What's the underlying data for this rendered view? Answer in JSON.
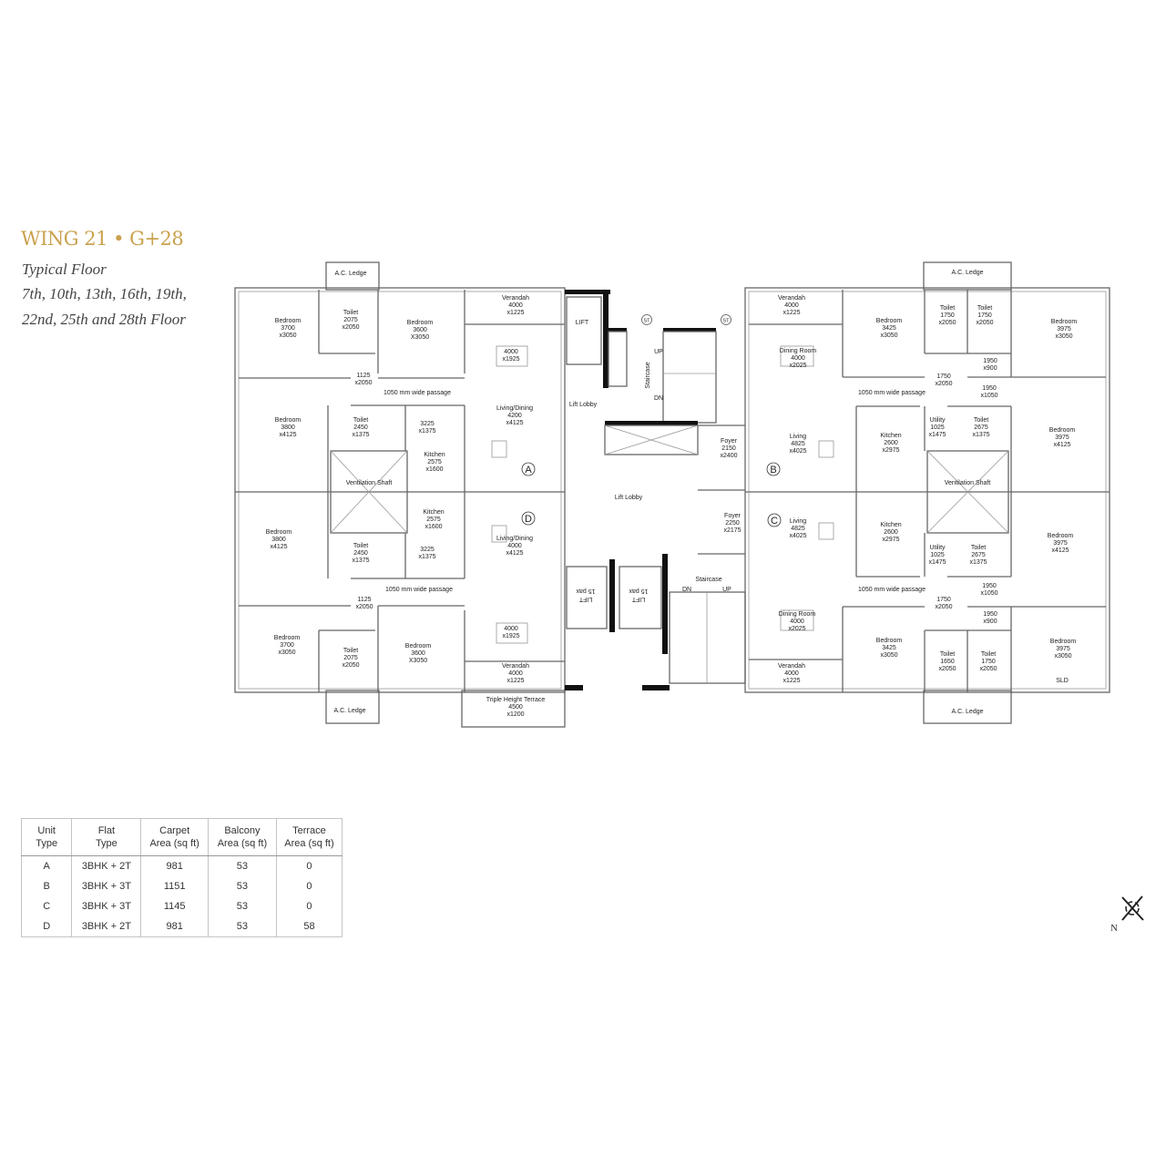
{
  "header": {
    "title": "WING 21 • G+28",
    "subtitle": "Typical Floor",
    "floors_line1": "7th, 10th, 13th, 16th, 19th,",
    "floors_line2": "22nd, 25th and 28th Floor"
  },
  "colors": {
    "accent": "#c9a24e"
  },
  "plan": {
    "labels": [
      [
        "A.C. Ledge"
      ],
      [
        "Bedroom",
        "3700",
        "x3050"
      ],
      [
        "Toilet",
        "2075",
        "x2050"
      ],
      [
        "Bedroom",
        "3600",
        "X3050"
      ],
      [
        "Verandah",
        "4000",
        "x1225"
      ],
      [
        "4000",
        "x1925"
      ],
      [
        "1125",
        "x2050"
      ],
      [
        "1050 mm wide passage"
      ],
      [
        "Bedroom",
        "3800",
        "x4125"
      ],
      [
        "Toilet",
        "2450",
        "x1375"
      ],
      [
        "3225",
        "x1375"
      ],
      [
        "Living/Dining",
        "4200",
        "x4125"
      ],
      [
        "Kitchen",
        "2575",
        "x1600"
      ],
      [
        "Ventilation Shaft"
      ],
      [
        "Kitchen",
        "2575",
        "x1600"
      ],
      [
        "Bedroom",
        "3800",
        "x4125"
      ],
      [
        "Toilet",
        "2450",
        "x1375"
      ],
      [
        "3225",
        "x1375"
      ],
      [
        "Living/Dining",
        "4000",
        "x4125"
      ],
      [
        "1050 mm wide passage"
      ],
      [
        "1125",
        "x2050"
      ],
      [
        "Bedroom",
        "3700",
        "x3050"
      ],
      [
        "Toilet",
        "2075",
        "x2050"
      ],
      [
        "Bedroom",
        "3600",
        "X3050"
      ],
      [
        "4000",
        "x1925"
      ],
      [
        "Verandah",
        "4000",
        "x1225"
      ],
      [
        "Triple Height Terrace",
        "4500",
        "x1200"
      ],
      [
        "A.C. Ledge"
      ],
      [
        "LIFT"
      ],
      [
        "Lift Lobby"
      ],
      [
        "Lift Lobby"
      ],
      [
        "Foyer",
        "2150",
        "x2400"
      ],
      [
        "Foyer",
        "2250",
        "x2175"
      ],
      [
        "Staircase"
      ],
      [
        "DN"
      ],
      [
        "UP"
      ],
      [
        "UP"
      ],
      [
        "DN"
      ],
      [
        "A.C. Ledge"
      ],
      [
        "Verandah",
        "4000",
        "x1225"
      ],
      [
        "Dining Room",
        "4000",
        "x2025"
      ],
      [
        "Bedroom",
        "3425",
        "x3050"
      ],
      [
        "Toilet",
        "1750",
        "x2050"
      ],
      [
        "Toilet",
        "1750",
        "x2050"
      ],
      [
        "Bedroom",
        "3975",
        "x3050"
      ],
      [
        "1950",
        "x900"
      ],
      [
        "1750",
        "x2050"
      ],
      [
        "1050 mm wide passage"
      ],
      [
        "1950",
        "x1050"
      ],
      [
        "Living",
        "4825",
        "x4025"
      ],
      [
        "Kitchen",
        "2600",
        "x2975"
      ],
      [
        "Utility",
        "1025",
        "x1475"
      ],
      [
        "Toilet",
        "2675",
        "x1375"
      ],
      [
        "Bedroom",
        "3975",
        "x4125"
      ],
      [
        "Ventilation Shaft"
      ],
      [
        "Living",
        "4825",
        "x4025"
      ],
      [
        "Kitchen",
        "2600",
        "x2975"
      ],
      [
        "Utility",
        "1025",
        "x1475"
      ],
      [
        "Toilet",
        "2675",
        "x1375"
      ],
      [
        "Bedroom",
        "3975",
        "x4125"
      ],
      [
        "1050 mm wide passage"
      ],
      [
        "1950",
        "x1050"
      ],
      [
        "1750",
        "x2050"
      ],
      [
        "1950",
        "x900"
      ],
      [
        "Dining Room",
        "4000",
        "x2025"
      ],
      [
        "Bedroom",
        "3425",
        "x3050"
      ],
      [
        "Toilet",
        "1650",
        "x2050"
      ],
      [
        "Toilet",
        "1750",
        "x2050"
      ],
      [
        "Bedroom",
        "3975",
        "x3050"
      ],
      [
        "SLD"
      ],
      [
        "Verandah",
        "4000",
        "x1225"
      ],
      [
        "A.C. Ledge"
      ]
    ],
    "unit_markers": [
      "A",
      "D",
      "B",
      "C"
    ],
    "staircase_rotated": "Staircase",
    "service_markers": [
      "ST",
      "ST"
    ],
    "lifts_rotated": [
      [
        "LIFT",
        "15 pax"
      ],
      [
        "LIFT",
        "15 pax"
      ]
    ]
  },
  "table": {
    "headers": [
      [
        "Unit",
        "Type"
      ],
      [
        "Flat",
        "Type"
      ],
      [
        "Carpet",
        "Area (sq ft)"
      ],
      [
        "Balcony",
        "Area (sq ft)"
      ],
      [
        "Terrace",
        "Area (sq ft)"
      ]
    ],
    "rows": [
      [
        "A",
        "3BHK + 2T",
        "981",
        "53",
        "0"
      ],
      [
        "B",
        "3BHK + 3T",
        "1151",
        "53",
        "0"
      ],
      [
        "C",
        "3BHK + 3T",
        "1145",
        "53",
        "0"
      ],
      [
        "D",
        "3BHK + 2T",
        "981",
        "53",
        "58"
      ]
    ]
  },
  "north_label": "N"
}
